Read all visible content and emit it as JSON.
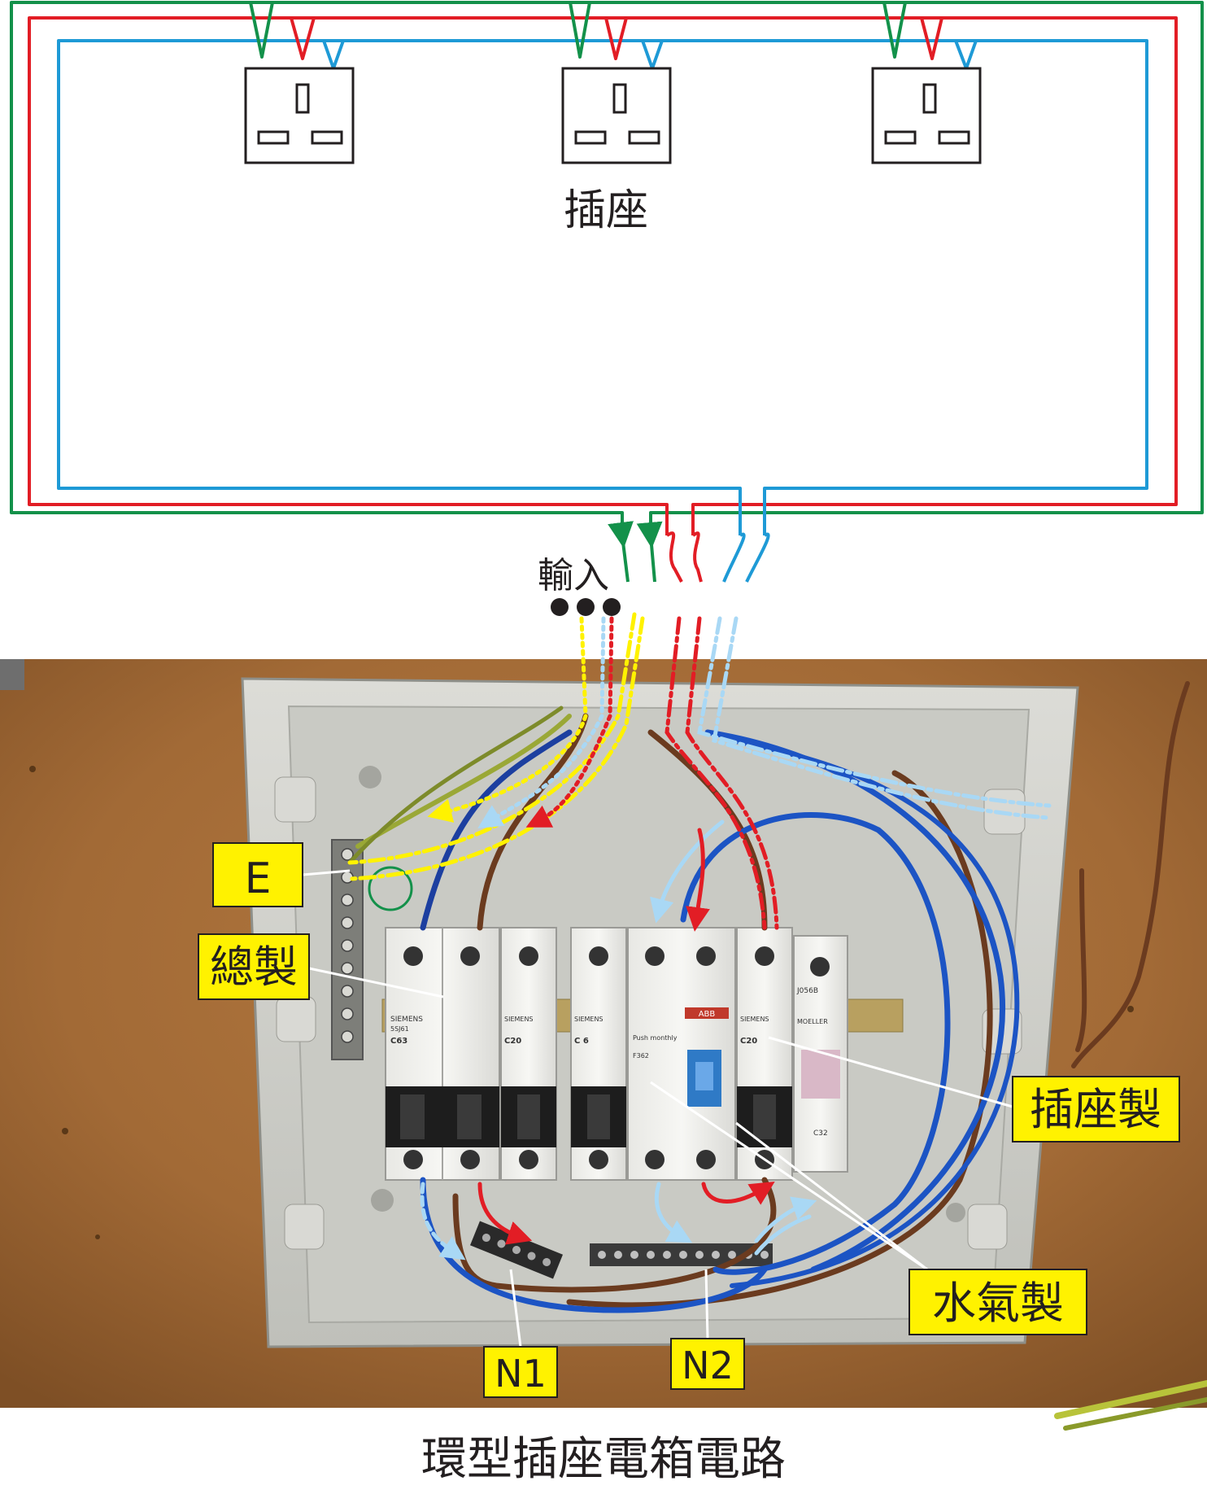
{
  "diagram": {
    "socket_label": "插座",
    "input_label": "輸入",
    "caption": "環型插座電箱電路",
    "callouts": {
      "earth": "E",
      "main_switch": "總製",
      "socket_switch": "插座製",
      "rcd_switch": "水氣製",
      "neutral_1": "N1",
      "neutral_2": "N2"
    },
    "breaker_text": {
      "brand": "SIEMENS",
      "model": "5SJ61",
      "main_rating": "C63",
      "b2_rating": "C20",
      "b3_rating": "C 6",
      "b4_rating": "C20",
      "socket_rating": "C20",
      "rcd_brand": "ABB",
      "rcd_model": "F362",
      "rcd_push": "Push monthly",
      "iso_code": "J056B",
      "iso_brand": "MOELLER",
      "iso_rating": "C32"
    },
    "colors": {
      "earth": "#13914a",
      "live": "#e21d25",
      "neutral": "#1e9ad6",
      "callout_fill": "#fff200",
      "wood": "#a26a36",
      "enclosure": "#cfd0cb",
      "text": "#231f20"
    }
  }
}
